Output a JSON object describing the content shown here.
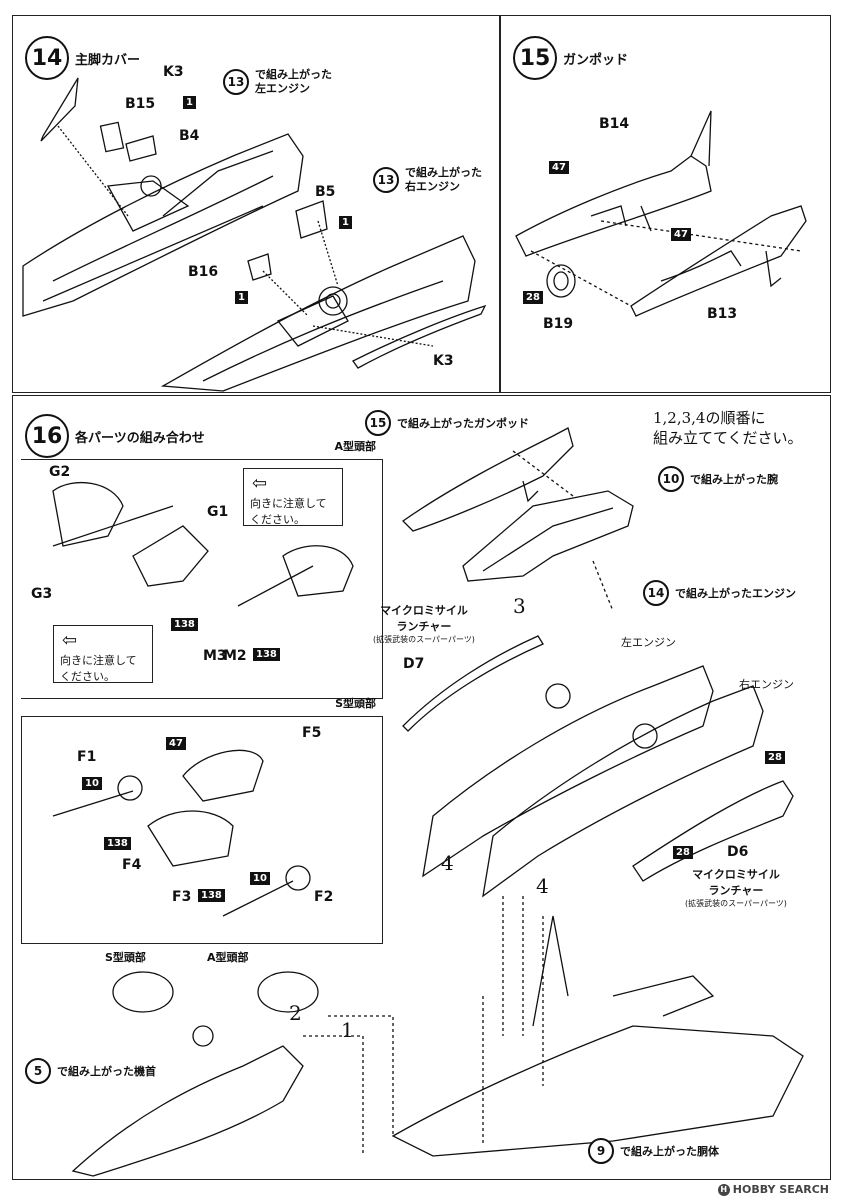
{
  "step14": {
    "number": "14",
    "title": "主脚カバー",
    "parts": {
      "k3a": "K3",
      "b15": "B15",
      "b4": "B4",
      "b5": "B5",
      "b16": "B16",
      "k3b": "K3"
    },
    "badges": {
      "a": "1",
      "b": "1",
      "c": "1"
    },
    "ref_left": {
      "num": "13",
      "text1": "で組み上がった",
      "text2": "左エンジン"
    },
    "ref_right": {
      "num": "13",
      "text1": "で組み上がった",
      "text2": "右エンジン"
    }
  },
  "step15": {
    "number": "15",
    "title": "ガンポッド",
    "parts": {
      "b14": "B14",
      "b13": "B13",
      "b19": "B19"
    },
    "badges": {
      "a": "47",
      "b": "47",
      "c": "28"
    }
  },
  "step16": {
    "number": "16",
    "title": "各パーツの組み合わせ",
    "order_note": {
      "line1": "1,2,3,4の順番に",
      "line2": "組み立ててください。"
    },
    "a_head": {
      "title": "A型頭部",
      "parts": {
        "g2": "G2",
        "g1": "G1",
        "g3": "G3",
        "m3": "M3",
        "m2": "M2"
      },
      "badges": {
        "a": "138",
        "b": "138"
      },
      "note1": {
        "line1": "向きに注意して",
        "line2": "ください。"
      },
      "note2": {
        "line1": "向きに注意して",
        "line2": "ください。"
      }
    },
    "s_head": {
      "title": "S型頭部",
      "parts": {
        "f1": "F1",
        "f5": "F5",
        "f4": "F4",
        "f3": "F3",
        "f2": "F2"
      },
      "badges": {
        "a": "47",
        "b": "10",
        "c": "138",
        "d": "138",
        "e": "10"
      }
    },
    "heads_label": {
      "s": "S型頭部",
      "a": "A型頭部"
    },
    "gunpod_ref": {
      "num": "15",
      "text": "で組み上がったガンポッド"
    },
    "arm_ref": {
      "num": "10",
      "text": "で組み上がった腕"
    },
    "engine_ref": {
      "num": "14",
      "text": "で組み上がったエンジン"
    },
    "left_engine": "左エンジン",
    "right_engine": "右エンジン",
    "d7": {
      "name1": "マイクロミサイル",
      "name2": "ランチャー",
      "sub": "(拡張武装のスーパーパーツ)",
      "part": "D7"
    },
    "d6": {
      "name1": "マイクロミサイル",
      "name2": "ランチャー",
      "sub": "(拡張武装のスーパーパーツ)",
      "part": "D6"
    },
    "d6_badges": {
      "a": "28",
      "b": "28"
    },
    "seq": {
      "n1": "1",
      "n2": "2",
      "n3": "3",
      "n4a": "4",
      "n4b": "4"
    },
    "head_ref": {
      "num": "5",
      "text": "で組み上がった機首"
    },
    "body_ref": {
      "num": "9",
      "text": "で組み上がった胴体"
    }
  },
  "watermark": "HOBBY SEARCH",
  "watermark_logo": "H"
}
